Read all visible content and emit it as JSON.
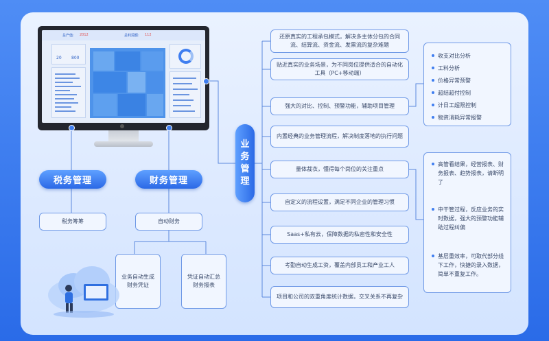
{
  "colors": {
    "accent": "#2b69e6",
    "line": "#6f99e6",
    "box_bg": "#f1f6ff"
  },
  "screen": {
    "label1": "总产值:",
    "value1": "2012",
    "label2": "总利润额:",
    "value2": "112",
    "kpi1": "20",
    "kpi2": "800"
  },
  "tax": {
    "title": "税务管理",
    "sub": "税务筹筹"
  },
  "finance": {
    "title": "财务管理",
    "sub": "自动财务",
    "child1": "业务自动生成财务凭证",
    "child2": "凭证自动汇总财务报表"
  },
  "business": {
    "title_chars": [
      "业",
      "务",
      "管",
      "理"
    ],
    "items": [
      "还原真实的工程承包模式，解决多主体分包的合同流、结算流、资金流、发票流的复杂难题",
      "贴近真实的业务场景，为不同岗位提供适合的自动化工具（PC+移动端）",
      "强大的对比、控制、预警功能，辅助项目管理",
      "内置经典的业务管理流程，解决制度落地的执行问题",
      "量体裁衣，懂得每个岗位的关注重点",
      "自定义的流程设置，满足不同企业的管理习惯",
      "Saas+私有云，保障数据的私密性和安全性",
      "考勤自动生成工资，覆盖内部员工和产业工人",
      "项目和公司的双重角度统计数据，交叉关系不再复杂"
    ]
  },
  "controls": [
    "收支对比分析",
    "工料分析",
    "价格异常预警",
    "超结超付控制",
    "计日工超限控制",
    "物资消耗异常报警"
  ],
  "roles": [
    "高管看结果，经营报表、财务报表、趋势报表，请断明了",
    "中干管过程，反应业务的实时数据，强大的预警功能辅助过程纠偏",
    "基层重效率，可取代部分线下工作，快捷的录入数据，简单不重复工作。"
  ]
}
